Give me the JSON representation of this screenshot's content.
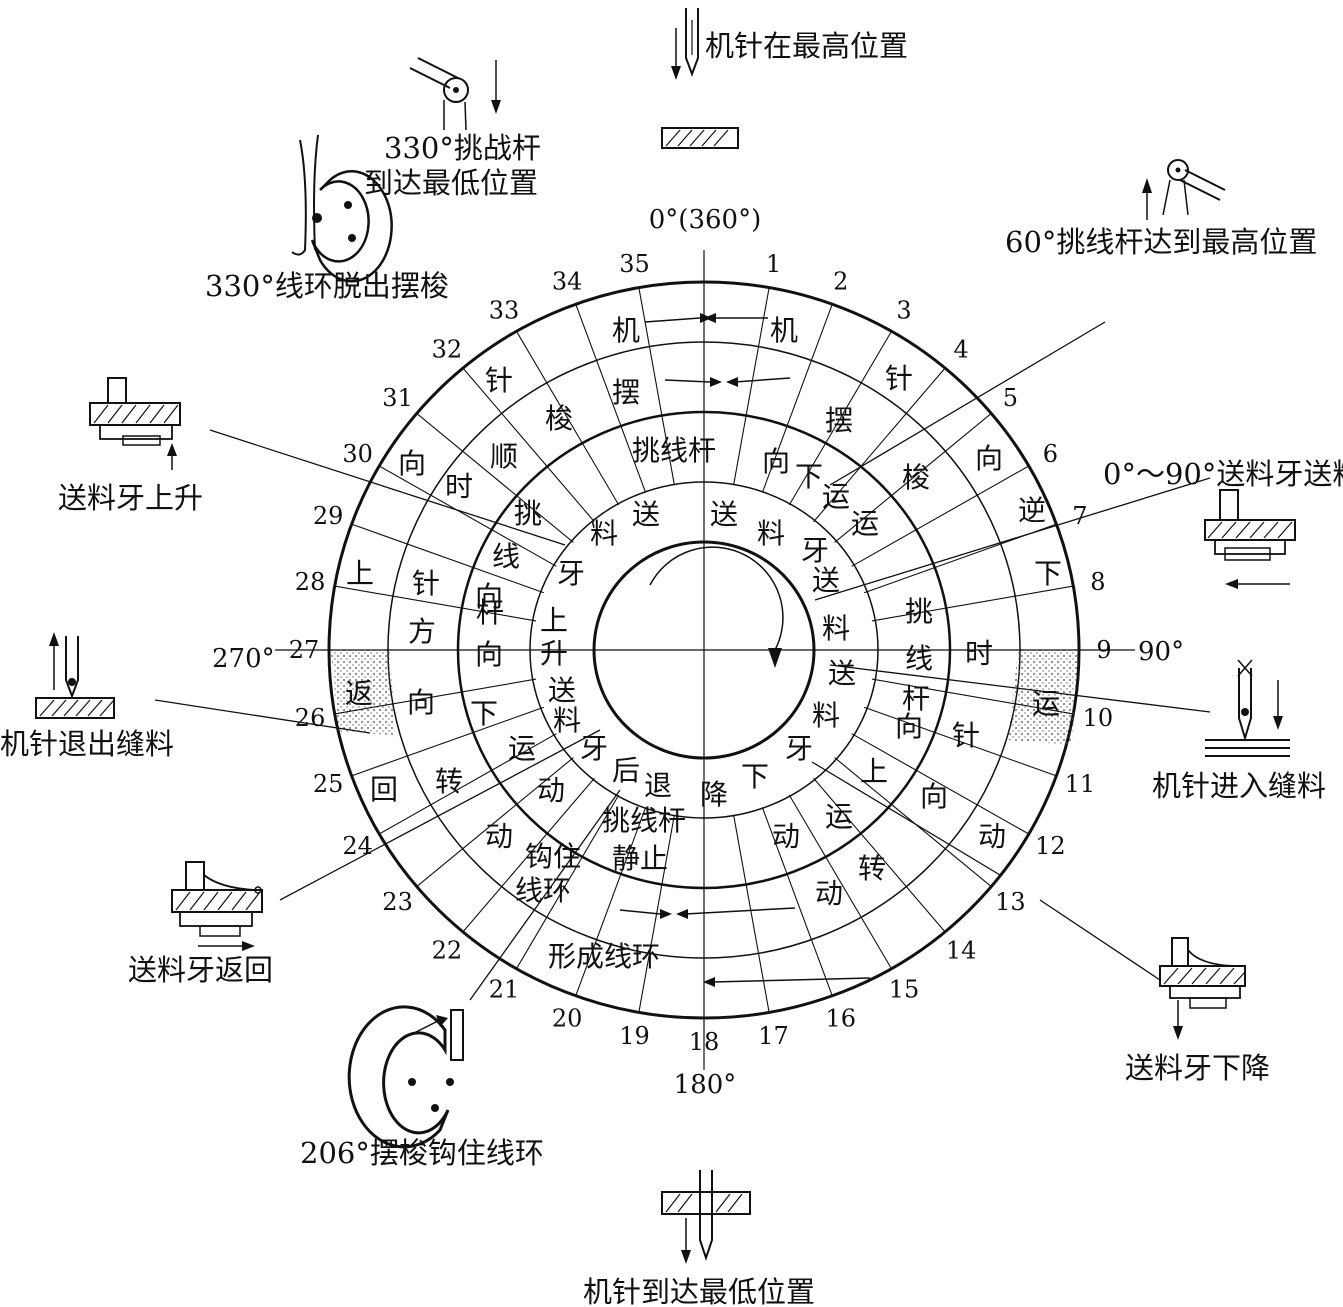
{
  "degrees": {
    "top": "0°(360°)",
    "right": "90°",
    "bottom": "180°",
    "left": "270°"
  },
  "sector_numbers": [
    "1",
    "2",
    "3",
    "4",
    "5",
    "6",
    "7",
    "8",
    "9",
    "10",
    "11",
    "12",
    "13",
    "14",
    "15",
    "16",
    "17",
    "18",
    "19",
    "20",
    "21",
    "22",
    "23",
    "24",
    "25",
    "26",
    "27",
    "28",
    "29",
    "30",
    "31",
    "32",
    "33",
    "34",
    "35"
  ],
  "captions": {
    "needle_top": "机针在最高位置",
    "takeup_low_1": "330°挑战杆",
    "takeup_low_2": "到达最低位置",
    "loop_off": "330°线环脱出摆梭",
    "takeup_high": "60°挑线杆达到最高位置",
    "feed_forward": "0°～90°送料牙送料",
    "feed_rise": "送料牙上升",
    "needle_out": "机针退出缝料",
    "needle_in": "机针进入缝料",
    "feed_return": "送料牙返回",
    "feed_drop": "送料牙下降",
    "hook_catch": "206°摆梭钩住线环",
    "needle_bottom": "机针到达最低位置"
  },
  "ring_text": {
    "needle": [
      "机",
      "机",
      "针",
      "向",
      "逆",
      "下",
      "运",
      "针",
      "向",
      "动",
      "转",
      "动",
      "下",
      "回",
      "返",
      "向",
      "方",
      "上",
      "下",
      "运",
      "动",
      "向",
      "时",
      "针",
      "向"
    ],
    "shuttle": [
      "摆",
      "摆",
      "向",
      "下",
      "运",
      "梭",
      "顺",
      "时",
      "针",
      "方",
      "向",
      "上",
      "运",
      "动",
      "转",
      "向",
      "运"
    ],
    "takeup": [
      "挑线杆",
      "杆",
      "挑",
      "线",
      "时",
      "挑",
      "线",
      "杆",
      "向",
      "下",
      "动",
      "静止",
      "钩住",
      "线环",
      "形成线环"
    ],
    "feed": [
      "送",
      "送",
      "料",
      "牙",
      "送",
      "料",
      "送",
      "料",
      "牙",
      "上",
      "升",
      "送",
      "料",
      "牙",
      "后",
      "退",
      "降",
      "下",
      "牙",
      "上",
      "线",
      "料",
      "牙"
    ]
  }
}
